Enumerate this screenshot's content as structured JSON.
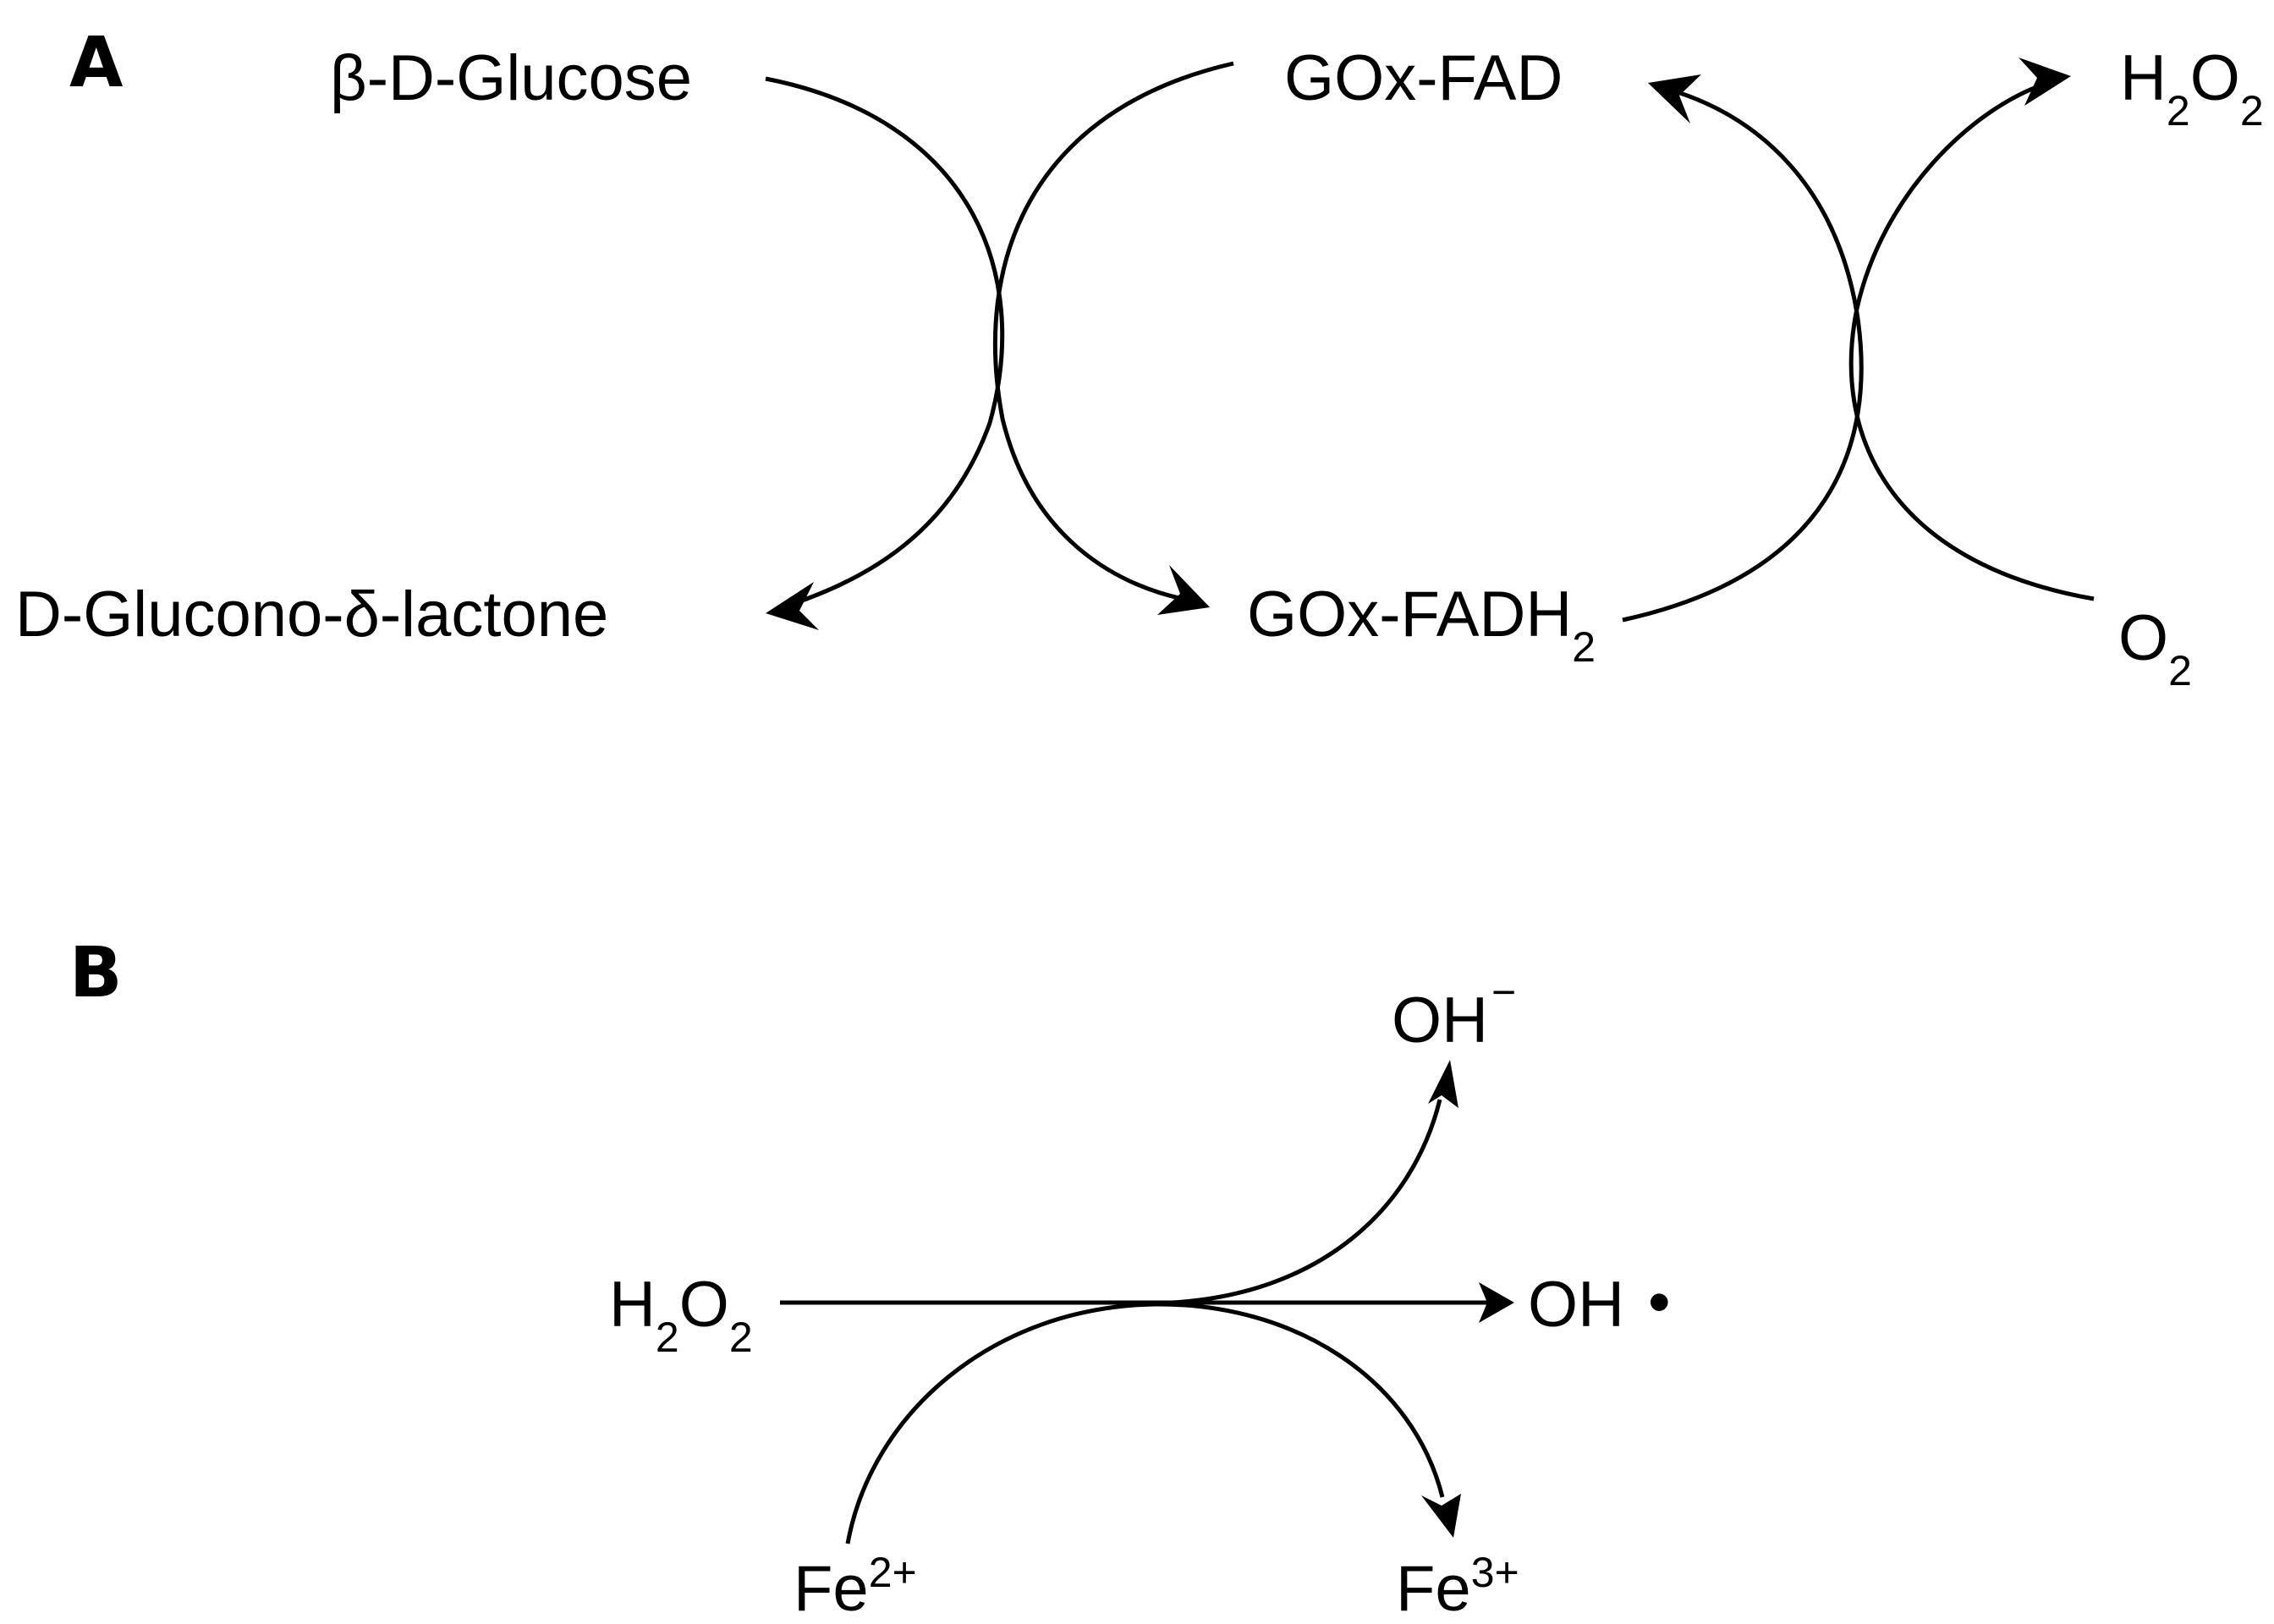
{
  "panels": {
    "a": {
      "letter": "A",
      "glucose": "β-D-Glucose",
      "gluconolactone": "D-Glucono-δ-lactone",
      "gox_fad": "GOx-FAD",
      "gox_fadh2_base": "GOx-FADH",
      "gox_fadh2_sub": "2",
      "h2o2_h": "H",
      "h2o2_sub1": "2",
      "h2o2_o": "O",
      "h2o2_sub2": "2",
      "o2_o": "O",
      "o2_sub": "2"
    },
    "b": {
      "letter": "B",
      "h2o2_h": "H",
      "h2o2_sub1": "2",
      "h2o2_o": "O",
      "h2o2_sub2": "2",
      "oh_minus": "OH",
      "oh_minus_sup": "−",
      "oh_radical": "OH",
      "radical_dot": "•",
      "fe2_base": "Fe",
      "fe2_sup": "2+",
      "fe3_base": "Fe",
      "fe3_sup": "3+"
    }
  },
  "colors": {
    "ink": "#000000",
    "background": "#ffffff"
  }
}
